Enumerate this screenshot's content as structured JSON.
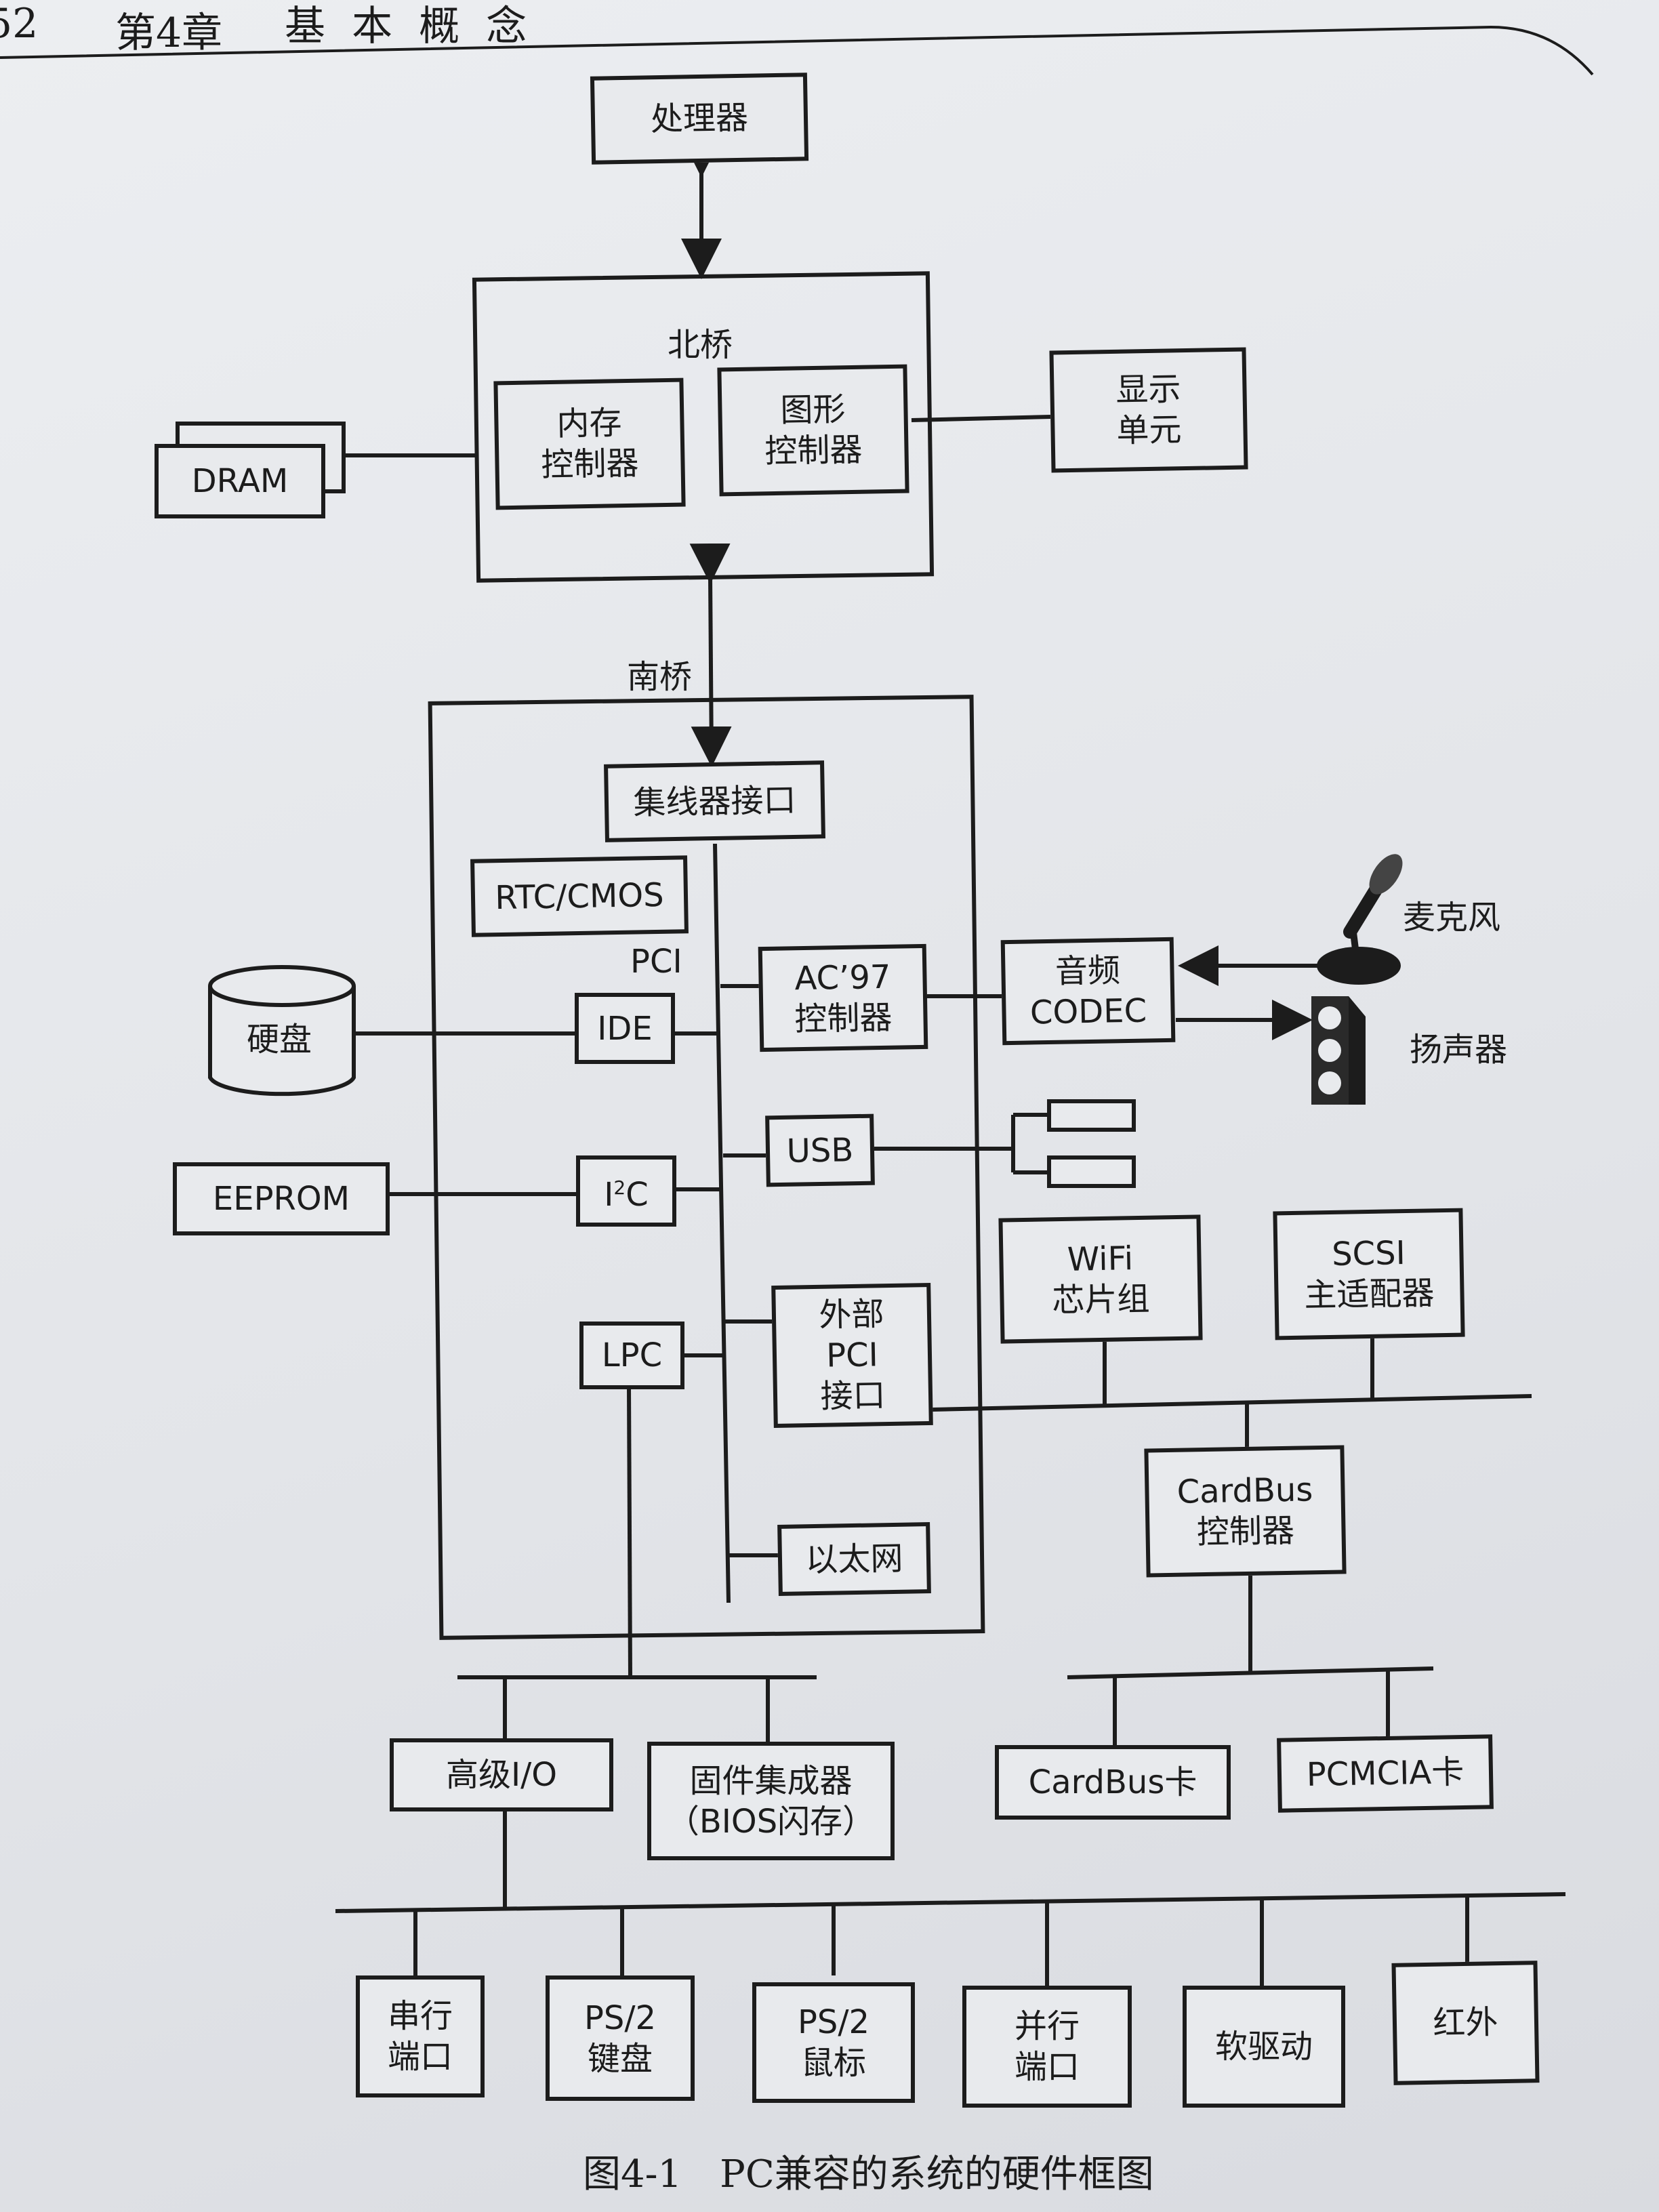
{
  "header": {
    "page_number": "52",
    "chapter": "第4章",
    "chapter_title": "基 本 概 念"
  },
  "nodes": {
    "processor": "处理器",
    "northbridge": "北桥",
    "memory_controller": "内存\n控制器",
    "graphics_controller": "图形\n控制器",
    "display_unit": "显示\n单元",
    "dram": "DRAM",
    "southbridge": "南桥",
    "hub_interface": "集线器接口",
    "rtc_cmos": "RTC/CMOS",
    "pci": "PCI",
    "ac97_controller": "AC’97\n控制器",
    "audio_codec": "音频\nCODEC",
    "microphone": "麦克风",
    "speaker": "扬声器",
    "hard_disk": "硬盘",
    "ide": "IDE",
    "usb": "USB",
    "eeprom": "EEPROM",
    "i2c_prefix": "I",
    "i2c_sup": "2",
    "i2c_suffix": "C",
    "lpc": "LPC",
    "external_pci": "外部\nPCI\n接口",
    "wifi_chipset": "WiFi\n芯片组",
    "scsi_adapter": "SCSI\n主适配器",
    "cardbus_controller": "CardBus\n控制器",
    "ethernet": "以太网",
    "advanced_io": "高级I/O",
    "firmware_hub": "固件集成器\n（BIOS闪存）",
    "cardbus_card": "CardBus卡",
    "pcmcia_card": "PCMCIA卡",
    "serial_port": "串行\n端口",
    "ps2_keyboard": "PS/2\n键盘",
    "ps2_mouse": "PS/2\n鼠标",
    "parallel_port": "并行\n端口",
    "floppy_drive": "软驱动",
    "infrared": "红外"
  },
  "caption": "图4-1　PC兼容的系统的硬件框图"
}
